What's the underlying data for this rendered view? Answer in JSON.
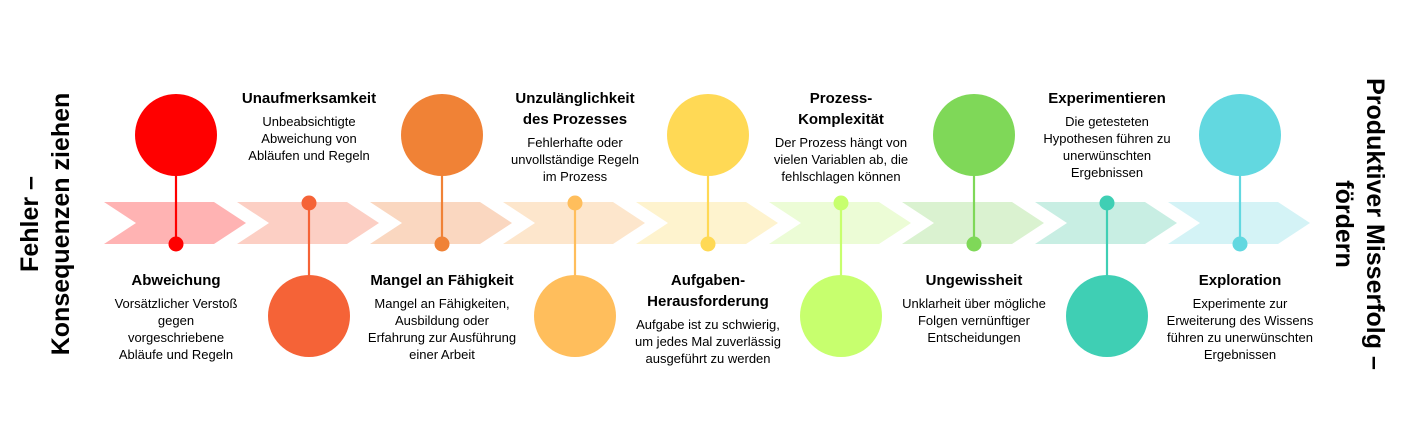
{
  "left_title": [
    "Fehler –",
    "Konsequenzen ziehen"
  ],
  "right_title": [
    "Produktiver Misserfolg –",
    "fördern"
  ],
  "steps": [
    {
      "title": [
        "Abweichung"
      ],
      "desc": [
        "Vorsätzlicher Verstoß",
        "gegen",
        "vorgeschriebene",
        "Abläufe und Regeln"
      ],
      "arrow_color": "#FFB3B3",
      "circle_color": "#FF0000",
      "dot_color": "#FF0000",
      "position": "down"
    },
    {
      "title": [
        "Unaufmerksamkeit"
      ],
      "desc": [
        "Unbeabsichtigte",
        "Abweichung von",
        "Abläufen und Regeln"
      ],
      "arrow_color": "#FCCFC4",
      "circle_color": "#F56337",
      "dot_color": "#F56337",
      "position": "up"
    },
    {
      "title": [
        "Mangel  an Fähigkeit"
      ],
      "desc": [
        "Mangel an Fähigkeiten,",
        "Ausbildung oder",
        "Erfahrung zur Ausführung",
        "einer Arbeit"
      ],
      "arrow_color": "#FAD7C0",
      "circle_color": "#F08236",
      "dot_color": "#F08236",
      "position": "down"
    },
    {
      "title": [
        "Unzulänglichkeit",
        "des Prozesses"
      ],
      "desc": [
        "Fehlerhafte oder",
        "unvollständige Regeln",
        "im Prozess"
      ],
      "arrow_color": "#FDE6CC",
      "circle_color": "#FFBE5C",
      "dot_color": "#FFBE5C",
      "position": "up"
    },
    {
      "title": [
        "Aufgaben-",
        "Herausforderung"
      ],
      "desc": [
        "Aufgabe ist zu schwierig,",
        "um jedes Mal zuverlässig",
        "ausgeführt zu werden"
      ],
      "arrow_color": "#FEF3CE",
      "circle_color": "#FFD955",
      "dot_color": "#FFD955",
      "position": "down"
    },
    {
      "title": [
        "Prozess-",
        "Komplexität"
      ],
      "desc": [
        "Der Prozess hängt von",
        "vielen Variablen ab, die",
        "fehlschlagen können"
      ],
      "arrow_color": "#ECFCD6",
      "circle_color": "#C7FF6E",
      "dot_color": "#C7FF6E",
      "position": "up"
    },
    {
      "title": [
        "Ungewissheit"
      ],
      "desc": [
        "Unklarheit über mögliche",
        "Folgen vernünftiger",
        "Entscheidungen"
      ],
      "arrow_color": "#DAF2D0",
      "circle_color": "#7FD858",
      "dot_color": "#7FD858",
      "position": "down"
    },
    {
      "title": [
        "Experimentieren"
      ],
      "desc": [
        "Die getesteten",
        "Hypothesen führen zu",
        "unerwünschten",
        "Ergebnissen"
      ],
      "arrow_color": "#C8EEE3",
      "circle_color": "#3FCFB4",
      "dot_color": "#3FCFB4",
      "position": "up"
    },
    {
      "title": [
        "Exploration"
      ],
      "desc": [
        "Experimente zur",
        "Erweiterung des Wissens",
        "führen zu unerwünschten",
        "Ergebnissen"
      ],
      "arrow_color": "#D4F3F6",
      "circle_color": "#62D8E0",
      "dot_color": "#62D8E0",
      "position": "down"
    }
  ]
}
